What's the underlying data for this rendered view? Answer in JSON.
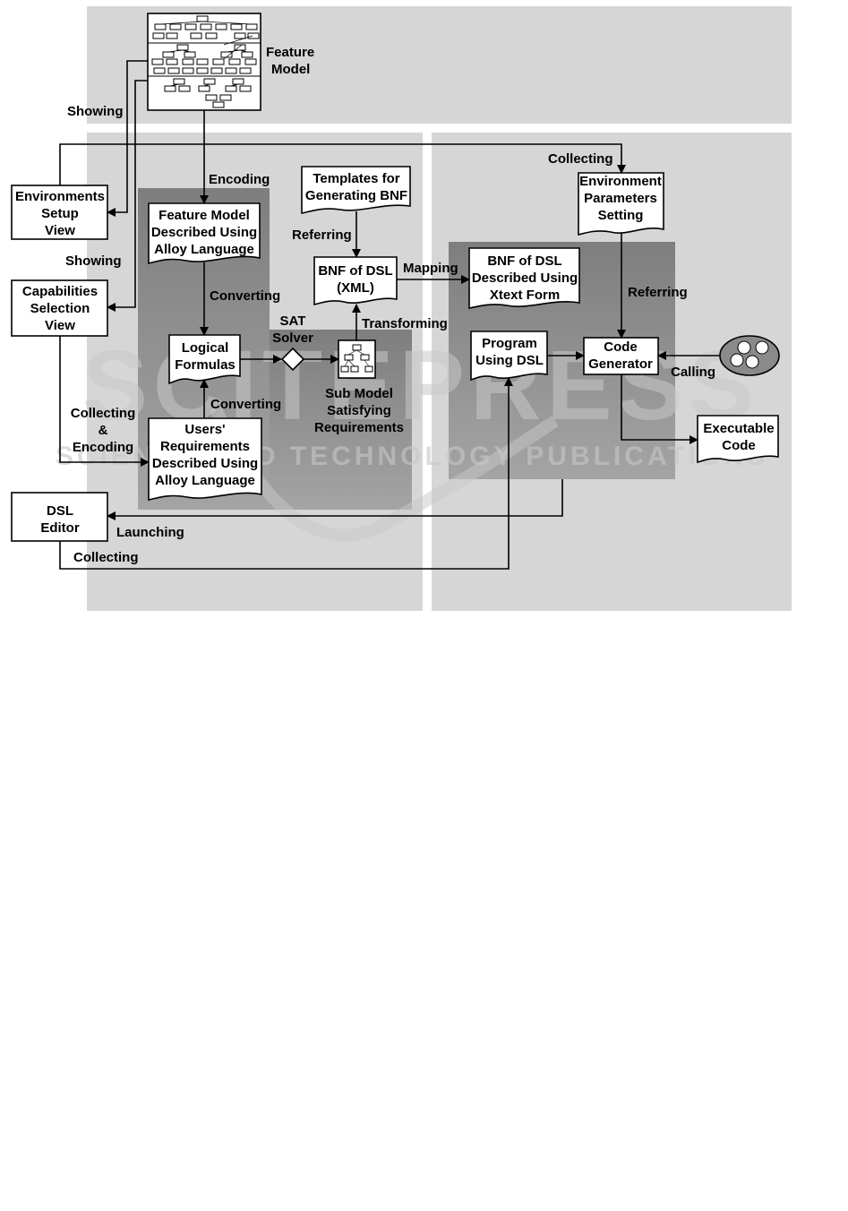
{
  "watermark": {
    "brand": "SCITEPRESS",
    "tagline": "SCIENCE AND TECHNOLOGY PUBLICATIONS"
  },
  "nodes": {
    "feature_model": [
      "Feature",
      "Model"
    ],
    "env_setup_view": [
      "Environments",
      "Setup",
      "View"
    ],
    "cap_selection_view": [
      "Capabilities",
      "Selection",
      "View"
    ],
    "dsl_editor": [
      "DSL",
      "Editor"
    ],
    "feature_model_alloy": [
      "Feature Model",
      "Described Using",
      "Alloy Language"
    ],
    "logical_formulas": [
      "Logical",
      "Formulas"
    ],
    "users_requirements": [
      "Users'",
      "Requirements",
      "Described Using",
      "Alloy Language"
    ],
    "templates_bnf": [
      "Templates for",
      "Generating BNF"
    ],
    "bnf_xml": [
      "BNF of DSL",
      "(XML)"
    ],
    "sat_solver": [
      "SAT",
      "Solver"
    ],
    "sub_model": [
      "Sub Model",
      "Satisfying",
      "Requirements"
    ],
    "env_params": [
      "Environment",
      "Parameters",
      "Setting"
    ],
    "bnf_xtext": [
      "BNF of DSL",
      "Described Using",
      "Xtext Form"
    ],
    "program_dsl": [
      "Program",
      "Using DSL"
    ],
    "code_generator": [
      "Code",
      "Generator"
    ],
    "executable_code": [
      "Executable",
      "Code"
    ]
  },
  "edges": {
    "showing_top": "Showing",
    "showing_mid": "Showing",
    "encoding": "Encoding",
    "converting_top": "Converting",
    "converting_bottom": "Converting",
    "collecting_encoding": [
      "Collecting",
      "&",
      "Encoding"
    ],
    "referring_left": "Referring",
    "mapping": "Mapping",
    "transforming": "Transforming",
    "collecting_top": "Collecting",
    "referring_right": "Referring",
    "calling": "Calling",
    "launching": "Launching",
    "collecting_bottom": "Collecting"
  },
  "colors": {
    "panel_light": "#d6d6d6",
    "panel_dark": "#8c8c8c",
    "component": "#8a8a8a"
  }
}
